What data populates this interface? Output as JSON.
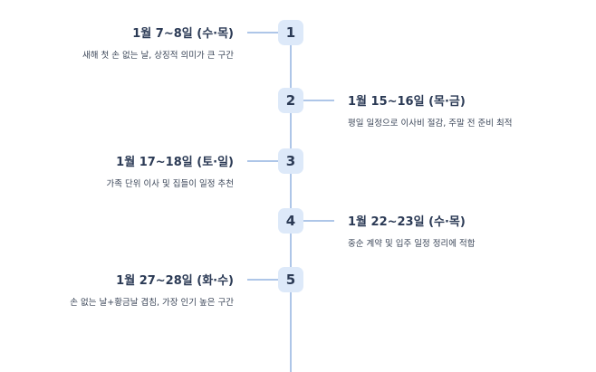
{
  "timeline": {
    "items": [
      {
        "number": "1",
        "title": "1월 7~8일 (수·목)",
        "description": "새해 첫 손 없는 날, 상징적 의미가 큰 구간",
        "side": "left"
      },
      {
        "number": "2",
        "title": "1월 15~16일 (목·금)",
        "description": "평일 일정으로 이사비 절감, 주말 전 준비 최적",
        "side": "right"
      },
      {
        "number": "3",
        "title": "1월 17~18일 (토·일)",
        "description": "가족 단위 이사 및 집들이 일정 추천",
        "side": "left"
      },
      {
        "number": "4",
        "title": "1월 22~23일 (수·목)",
        "description": "중순 계약 및 입주 일정 정리에 적합",
        "side": "right"
      },
      {
        "number": "5",
        "title": "1월 27~28일 (화·수)",
        "description": "손 없는 날+황금날 겹침, 가장 인기 높은 구간",
        "side": "left"
      }
    ]
  }
}
